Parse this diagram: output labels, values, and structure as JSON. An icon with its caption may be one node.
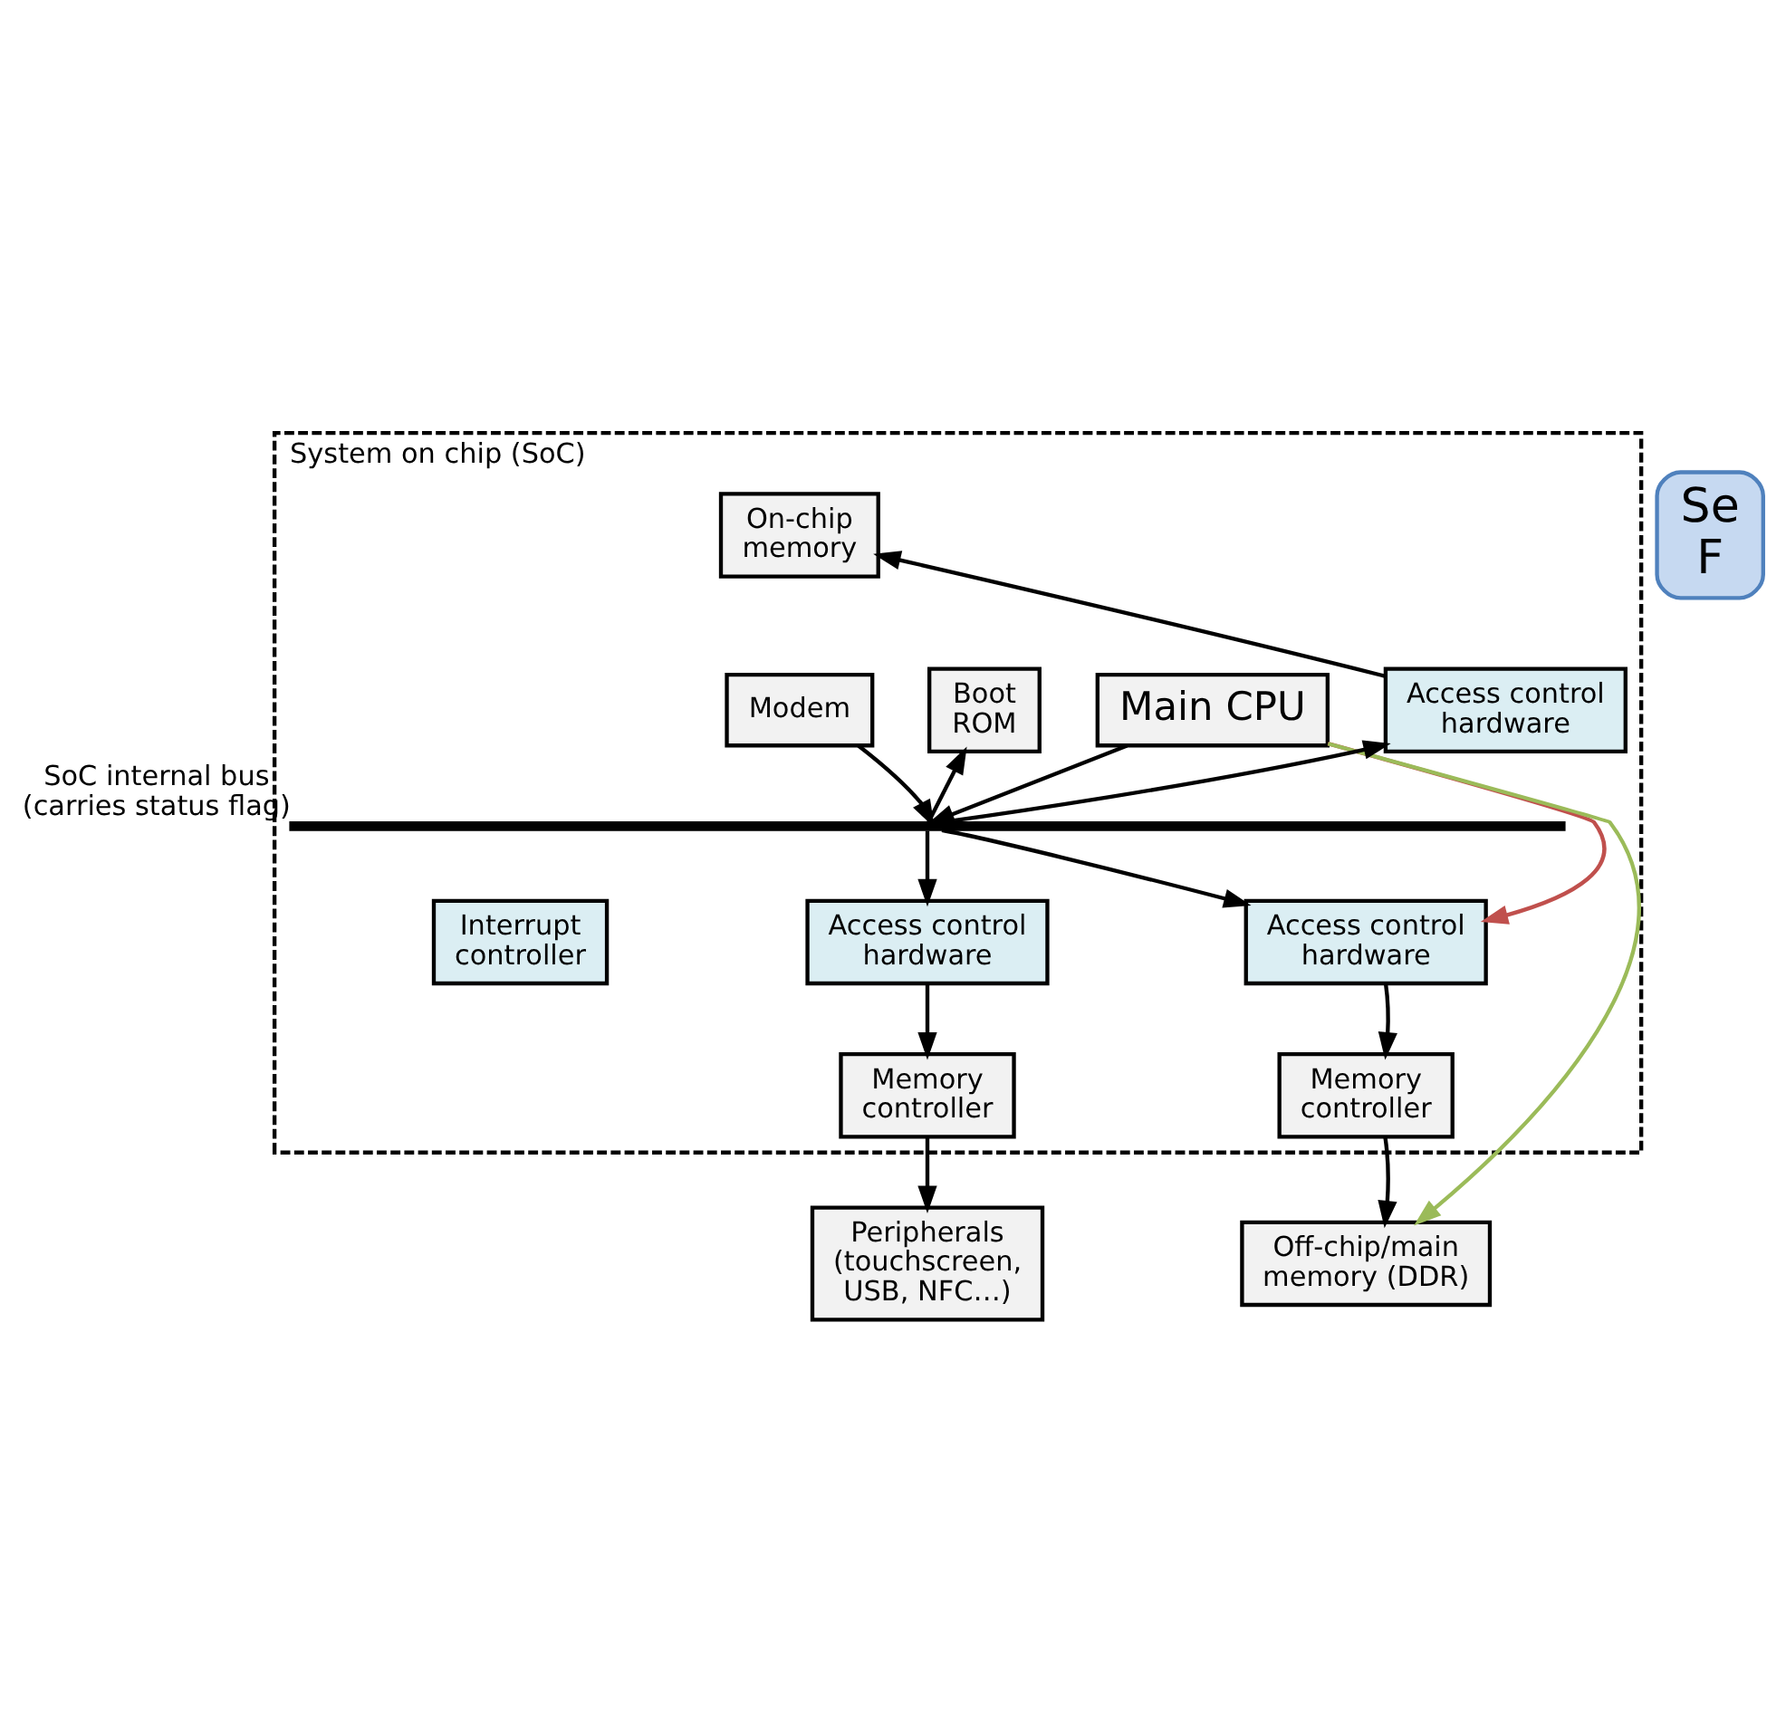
{
  "diagram": {
    "nodes": [
      {
        "text": [
          "System on chip (SoC)"
        ]
      },
      {
        "text": [
          "On-chip memory"
        ],
        "in": 0
      },
      {
        "text": [
          "Modem"
        ],
        "in": 0
      },
      {
        "text": [
          "Access control hardware"
        ],
        "in": 0
      },
      {
        "text": [
          "Boot ROM"
        ],
        "in": 0
      },
      {
        "text": [
          "Main CPU"
        ],
        "in": 0
      },
      {
        "text": [],
        "shape": "bar",
        "beside": [
          "SoC internal bus",
          "(carries status flag)"
        ],
        "in": 0
      },
      {
        "text": [
          "Access control hardware"
        ],
        "in": 0
      },
      {
        "text": [
          "Access control hardware"
        ],
        "in": 0
      },
      {
        "text": [
          "Memory controller"
        ],
        "in": 0
      },
      {
        "text": [
          "Memory controller"
        ],
        "in": 0
      },
      {
        "text": [
          "Interrupt controller"
        ],
        "in": 0
      },
      {
        "text": [
          "Off-chip/main memory (DDR)"
        ]
      },
      {
        "text": [
          "Peripherals (touchscreen, USB, NFC…)"
        ]
      },
      {
        "text": [
          "Se",
          "F"
        ]
      }
    ],
    "edges": [
      {
        "from": 3,
        "to": 1,
        "arrow": "to"
      },
      {
        "from": 2,
        "to": 6,
        "arrow": "to"
      },
      {
        "from": 6,
        "to": 3,
        "arrow": "to"
      },
      {
        "from": 6,
        "to": 4,
        "arrow": "to"
      },
      {
        "from": 5,
        "to": 6,
        "arrow": "to"
      },
      {
        "from": 6,
        "to": 7,
        "arrow": "to"
      },
      {
        "from": 6,
        "to": 8,
        "arrow": "to"
      },
      {
        "from": 7,
        "to": 9,
        "arrow": "to"
      },
      {
        "from": 8,
        "to": 10,
        "arrow": "to"
      },
      {
        "from": 9,
        "to": 12,
        "arrow": "to"
      },
      {
        "from": 10,
        "to": 13,
        "arrow": "to"
      },
      {
        "from": 5,
        "to": 12,
        "arrow": "to",
        "color": "#9bbb59"
      },
      {
        "from": 5,
        "to": 7,
        "arrow": "to",
        "color": "#c0504d"
      }
    ]
  }
}
